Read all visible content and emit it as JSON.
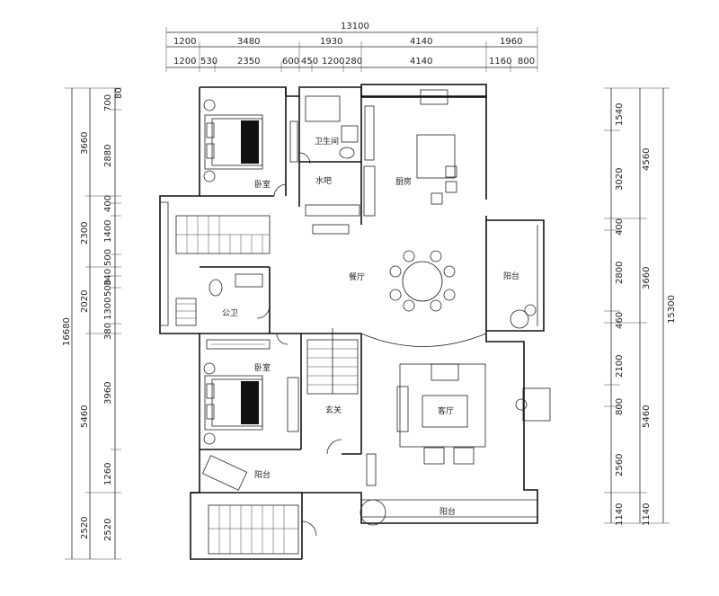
{
  "top_total": "13100",
  "top_row1": [
    "1200",
    "3480",
    "1930",
    "4140",
    "1960"
  ],
  "top_row2": [
    "1200",
    "530",
    "2350",
    "600",
    "450",
    "1200",
    "280",
    "4140",
    "1160",
    "800"
  ],
  "left_total": "16680",
  "left_mid": [
    "3660",
    "2300",
    "2020",
    "5460",
    "2520"
  ],
  "left_inner": [
    "700",
    "80",
    "2880",
    "400",
    "1400",
    "500",
    "340",
    "500",
    "1300",
    "380",
    "3960",
    "1260",
    "2520"
  ],
  "right_total": "15300",
  "right_mid": [
    "4560",
    "3660",
    "5460",
    "1140"
  ],
  "right_inner": [
    "1540",
    "3020",
    "400",
    "2800",
    "460",
    "2100",
    "800",
    "2560",
    "1140"
  ],
  "rooms": {
    "bedroom_top": "卧室",
    "bath_private": "卫生间",
    "water_bar": "水吧",
    "kitchen": "厨房",
    "dining": "餐厅",
    "balcony_right": "阳台",
    "public_bath": "公卫",
    "bedroom_bottom": "卧室",
    "foyer": "玄关",
    "living": "客厅",
    "balcony_left": "阳台",
    "balcony_bottom": "阳台"
  }
}
